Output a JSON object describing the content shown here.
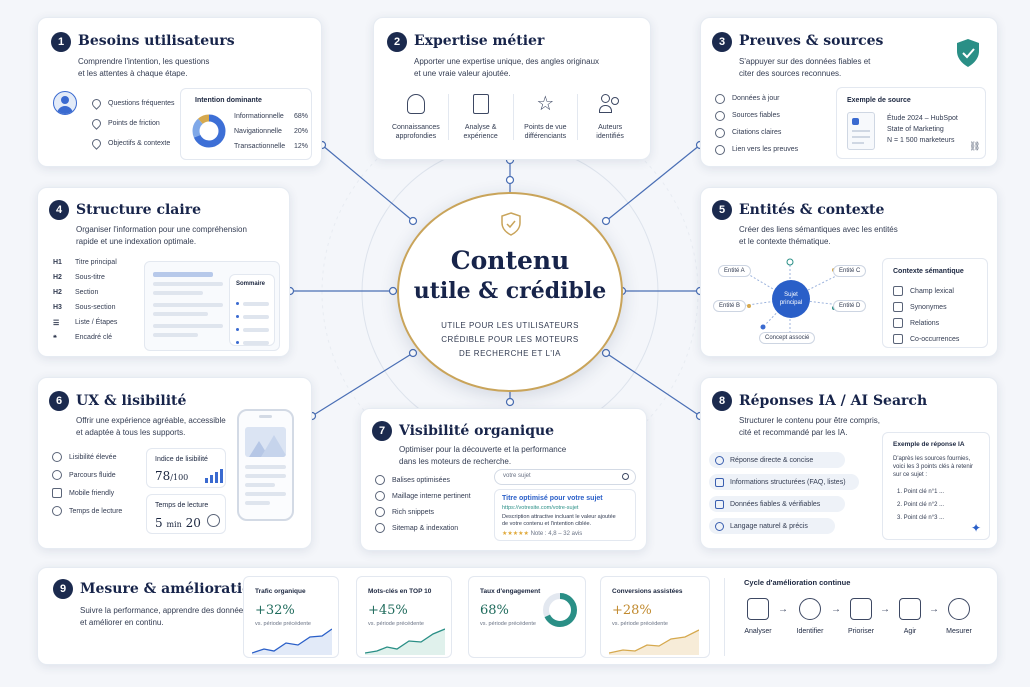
{
  "center": {
    "title1": "Contenu",
    "title2": "utile & crédible",
    "sub1": "UTILE POUR LES UTILISATEURS",
    "sub2": "CRÉDIBLE POUR LES MOTEURS",
    "sub3": "DE RECHERCHE ET L'IA"
  },
  "c1": {
    "num": "1",
    "title": "Besoins utilisateurs",
    "d1": "Comprendre l'intention, les questions",
    "d2": "et les attentes à chaque étape.",
    "items": [
      "Questions fréquentes",
      "Points de friction",
      "Objectifs & contexte"
    ],
    "box_title": "Intention dominante",
    "rows": [
      [
        "Informationnelle",
        "68%"
      ],
      [
        "Navigationnelle",
        "20%"
      ],
      [
        "Transactionnelle",
        "12%"
      ]
    ]
  },
  "c2": {
    "num": "2",
    "title": "Expertise métier",
    "d1": "Apporter une expertise unique, des angles originaux",
    "d2": "et une vraie valeur ajoutée.",
    "cols": [
      [
        "Connaissances",
        "approfondies"
      ],
      [
        "Analyse &",
        "expérience"
      ],
      [
        "Points de vue",
        "différenciants"
      ],
      [
        "Auteurs",
        "identifiés"
      ]
    ]
  },
  "c3": {
    "num": "3",
    "title": "Preuves & sources",
    "d1": "S'appuyer sur des données fiables et",
    "d2": "citer des sources reconnues.",
    "items": [
      "Données à jour",
      "Sources fiables",
      "Citations claires",
      "Lien vers les preuves"
    ],
    "box_title": "Exemple de source",
    "src": [
      "Étude 2024 – HubSpot",
      "State of Marketing",
      "N = 1 500 marketeurs"
    ]
  },
  "c4": {
    "num": "4",
    "title": "Structure claire",
    "d1": "Organiser l'information pour une compréhension",
    "d2": "rapide et une indexation optimale.",
    "tags": [
      "H1",
      "H2",
      "H2",
      "H3",
      "☰",
      "❝"
    ],
    "items": [
      "Titre principal",
      "Sous-titre",
      "Section",
      "Sous-section",
      "Liste / Étapes",
      "Encadré clé"
    ],
    "sommaire": "Sommaire"
  },
  "c5": {
    "num": "5",
    "title": "Entités & contexte",
    "d1": "Créer des liens sémantiques avec les entités",
    "d2": "et le contexte thématique.",
    "center1": "Sujet",
    "center2": "principal",
    "nodes": [
      "Entité A",
      "Entité B",
      "Entité C",
      "Entité D",
      "Concept associé"
    ],
    "box_title": "Contexte sémantique",
    "items": [
      "Champ lexical",
      "Synonymes",
      "Relations",
      "Co-occurrences"
    ]
  },
  "c6": {
    "num": "6",
    "title": "UX & lisibilité",
    "d1": "Offrir une expérience agréable, accessible",
    "d2": "et adaptée à tous les supports.",
    "items": [
      "Lisibilité élevée",
      "Parcours fluide",
      "Mobile friendly",
      "Temps de lecture"
    ],
    "k1_label": "Indice de lisibilité",
    "k1_value": "78",
    "k1_unit": "/100",
    "k2_label": "Temps de lecture",
    "k2_value": "5",
    "k2_unit": "min",
    "k2_sec": "20"
  },
  "c7": {
    "num": "7",
    "title": "Visibilité organique",
    "d1": "Optimiser pour la découverte et la performance",
    "d2": "dans les moteurs de recherche.",
    "items": [
      "Balises optimisées",
      "Maillage interne pertinent",
      "Rich snippets",
      "Sitemap & indexation"
    ],
    "search_ph": "votre sujet",
    "r_title": "Titre optimisé pour votre sujet",
    "r_url": "https://votresite.com/votre-sujet",
    "r_d1": "Description attractive incluant le valeur ajoutée",
    "r_d2": "de votre contenu et l'intention ciblée.",
    "r_stars": "★★★★★",
    "r_note": "Note : 4,8 – 32 avis"
  },
  "c8": {
    "num": "8",
    "title": "Réponses IA / AI Search",
    "d1": "Structurer le contenu pour être compris,",
    "d2": "cité et recommandé par les IA.",
    "items": [
      "Réponse directe & concise",
      "Informations structurées (FAQ, listes)",
      "Données fiables & vérifiables",
      "Langage naturel & précis"
    ],
    "box_title": "Exemple de réponse IA",
    "a1": "D'après les sources fournies,",
    "a2": "voici les 3 points clés à retenir",
    "a3": "sur ce sujet :",
    "points": [
      "1.  Point clé n°1 ...",
      "2.  Point clé n°2 ...",
      "3.  Point clé n°3 ..."
    ]
  },
  "c9": {
    "num": "9",
    "title": "Mesure & amélioration",
    "d1": "Suivre la performance, apprendre des données",
    "d2": "et améliorer en continu.",
    "kpis": [
      {
        "label": "Trafic organique",
        "value": "+32%",
        "sub": "vs. période précédente"
      },
      {
        "label": "Mots-clés en TOP 10",
        "value": "+45%",
        "sub": "vs. période précédente"
      },
      {
        "label": "Taux d'engagement",
        "value": "68%",
        "sub": "vs. période précédente"
      },
      {
        "label": "Conversions assistées",
        "value": "+28%",
        "sub": "vs. période précédente"
      }
    ],
    "cycle_title": "Cycle d'amélioration continue",
    "steps": [
      "Analyser",
      "Identifier",
      "Prioriser",
      "Agir",
      "Mesurer"
    ],
    "arrow": "→"
  }
}
